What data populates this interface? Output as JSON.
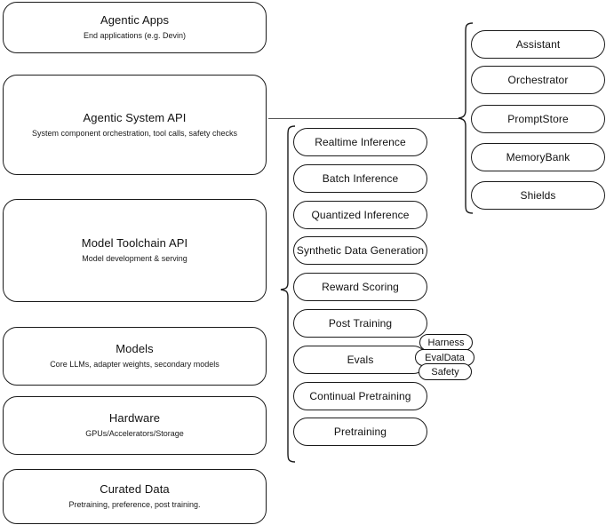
{
  "diagram": {
    "title": "AI Stack Layers Diagram",
    "line_color": "#1a1a1a",
    "background_color": "#ffffff",
    "text_color": "#111111"
  },
  "stack": {
    "layers": [
      {
        "title": "Agentic Apps",
        "subtitle": "End applications (e.g. Devin)"
      },
      {
        "title": "Agentic System API",
        "subtitle": "System component orchestration, tool calls, safety checks"
      },
      {
        "title": "Model Toolchain API",
        "subtitle": "Model development & serving"
      },
      {
        "title": "Models",
        "subtitle": "Core LLMs, adapter weights, secondary models"
      },
      {
        "title": "Hardware",
        "subtitle": "GPUs/Accelerators/Storage"
      },
      {
        "title": "Curated Data",
        "subtitle": "Pretraining, preference, post training."
      }
    ]
  },
  "toolchain_components": {
    "items": [
      {
        "label": "Realtime Inference"
      },
      {
        "label": "Batch Inference"
      },
      {
        "label": "Quantized Inference"
      },
      {
        "label": "Synthetic Data Generation"
      },
      {
        "label": "Reward Scoring"
      },
      {
        "label": "Post Training"
      },
      {
        "label": "Evals"
      },
      {
        "label": "Continual Pretraining"
      },
      {
        "label": "Pretraining"
      }
    ]
  },
  "evals_badges": {
    "items": [
      {
        "label": "Harness"
      },
      {
        "label": "EvalData"
      },
      {
        "label": "Safety"
      }
    ]
  },
  "agentic_components": {
    "items": [
      {
        "label": "Assistant"
      },
      {
        "label": "Orchestrator"
      },
      {
        "label": "PromptStore"
      },
      {
        "label": "MemoryBank"
      },
      {
        "label": "Shields"
      }
    ]
  }
}
